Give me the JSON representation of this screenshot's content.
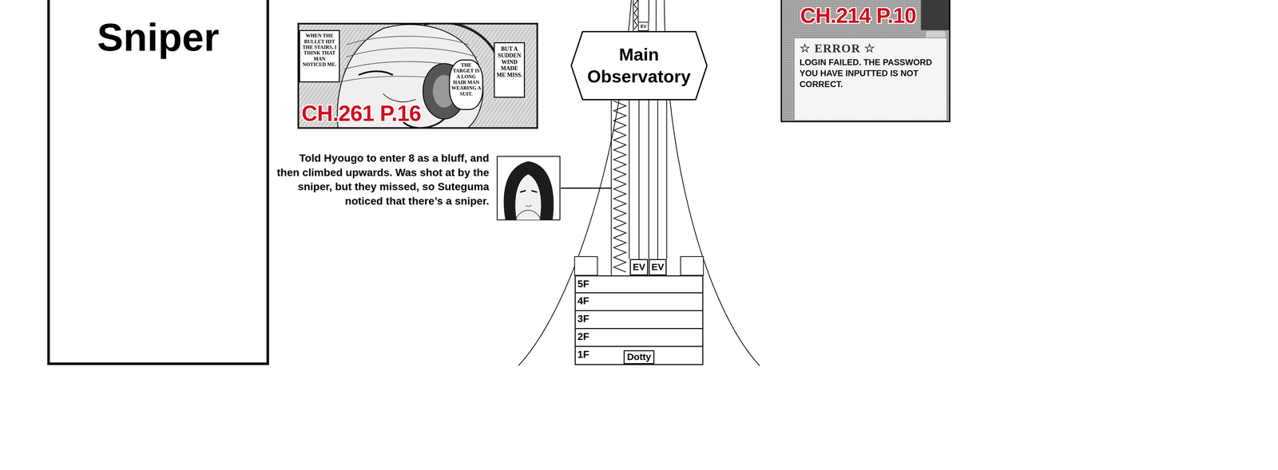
{
  "diagram": {
    "nodes": [
      {
        "text": [
          "Sniper"
        ]
      },
      {
        "text": [
          "CH.261 P.16"
        ]
      },
      {
        "text": [
          "WHEN THE BULLET HIT THE STAIRS, I THINK THAT MAN NOTICED ME."
        ],
        "in": 1
      },
      {
        "text": [
          "THE TARGET IS A LONG HAIR MAN WEARING A SUIT."
        ],
        "in": 1
      },
      {
        "text": [
          "BUT A SUDDEN WIND MADE ME MISS."
        ],
        "in": 1
      },
      {
        "text": [
          "Main Observatory"
        ]
      },
      {
        "text": [
          "EV"
        ]
      },
      {
        "text": [
          "CH.214 P.10"
        ]
      },
      {
        "text": [
          "☆ ERROR ☆",
          "LOGIN FAILED. THE PASSWORD YOU HAVE INPUTTED IS NOT CORRECT."
        ],
        "in": 7
      },
      {
        "text": [
          "EV"
        ]
      },
      {
        "text": [
          "EV"
        ]
      },
      {
        "text": [
          "5F"
        ]
      },
      {
        "text": [
          "4F"
        ]
      },
      {
        "text": [
          "3F"
        ]
      },
      {
        "text": [
          "2F"
        ]
      },
      {
        "text": [
          "1F"
        ]
      },
      {
        "text": [
          "Dotty"
        ],
        "in": 15
      }
    ],
    "labels": [
      "Told Hyougo to enter 8 as a bluff, and then climbed upwards. Was shot at by the sniper, but they missed, so Suteguma noticed that there’s a sniper."
    ]
  }
}
